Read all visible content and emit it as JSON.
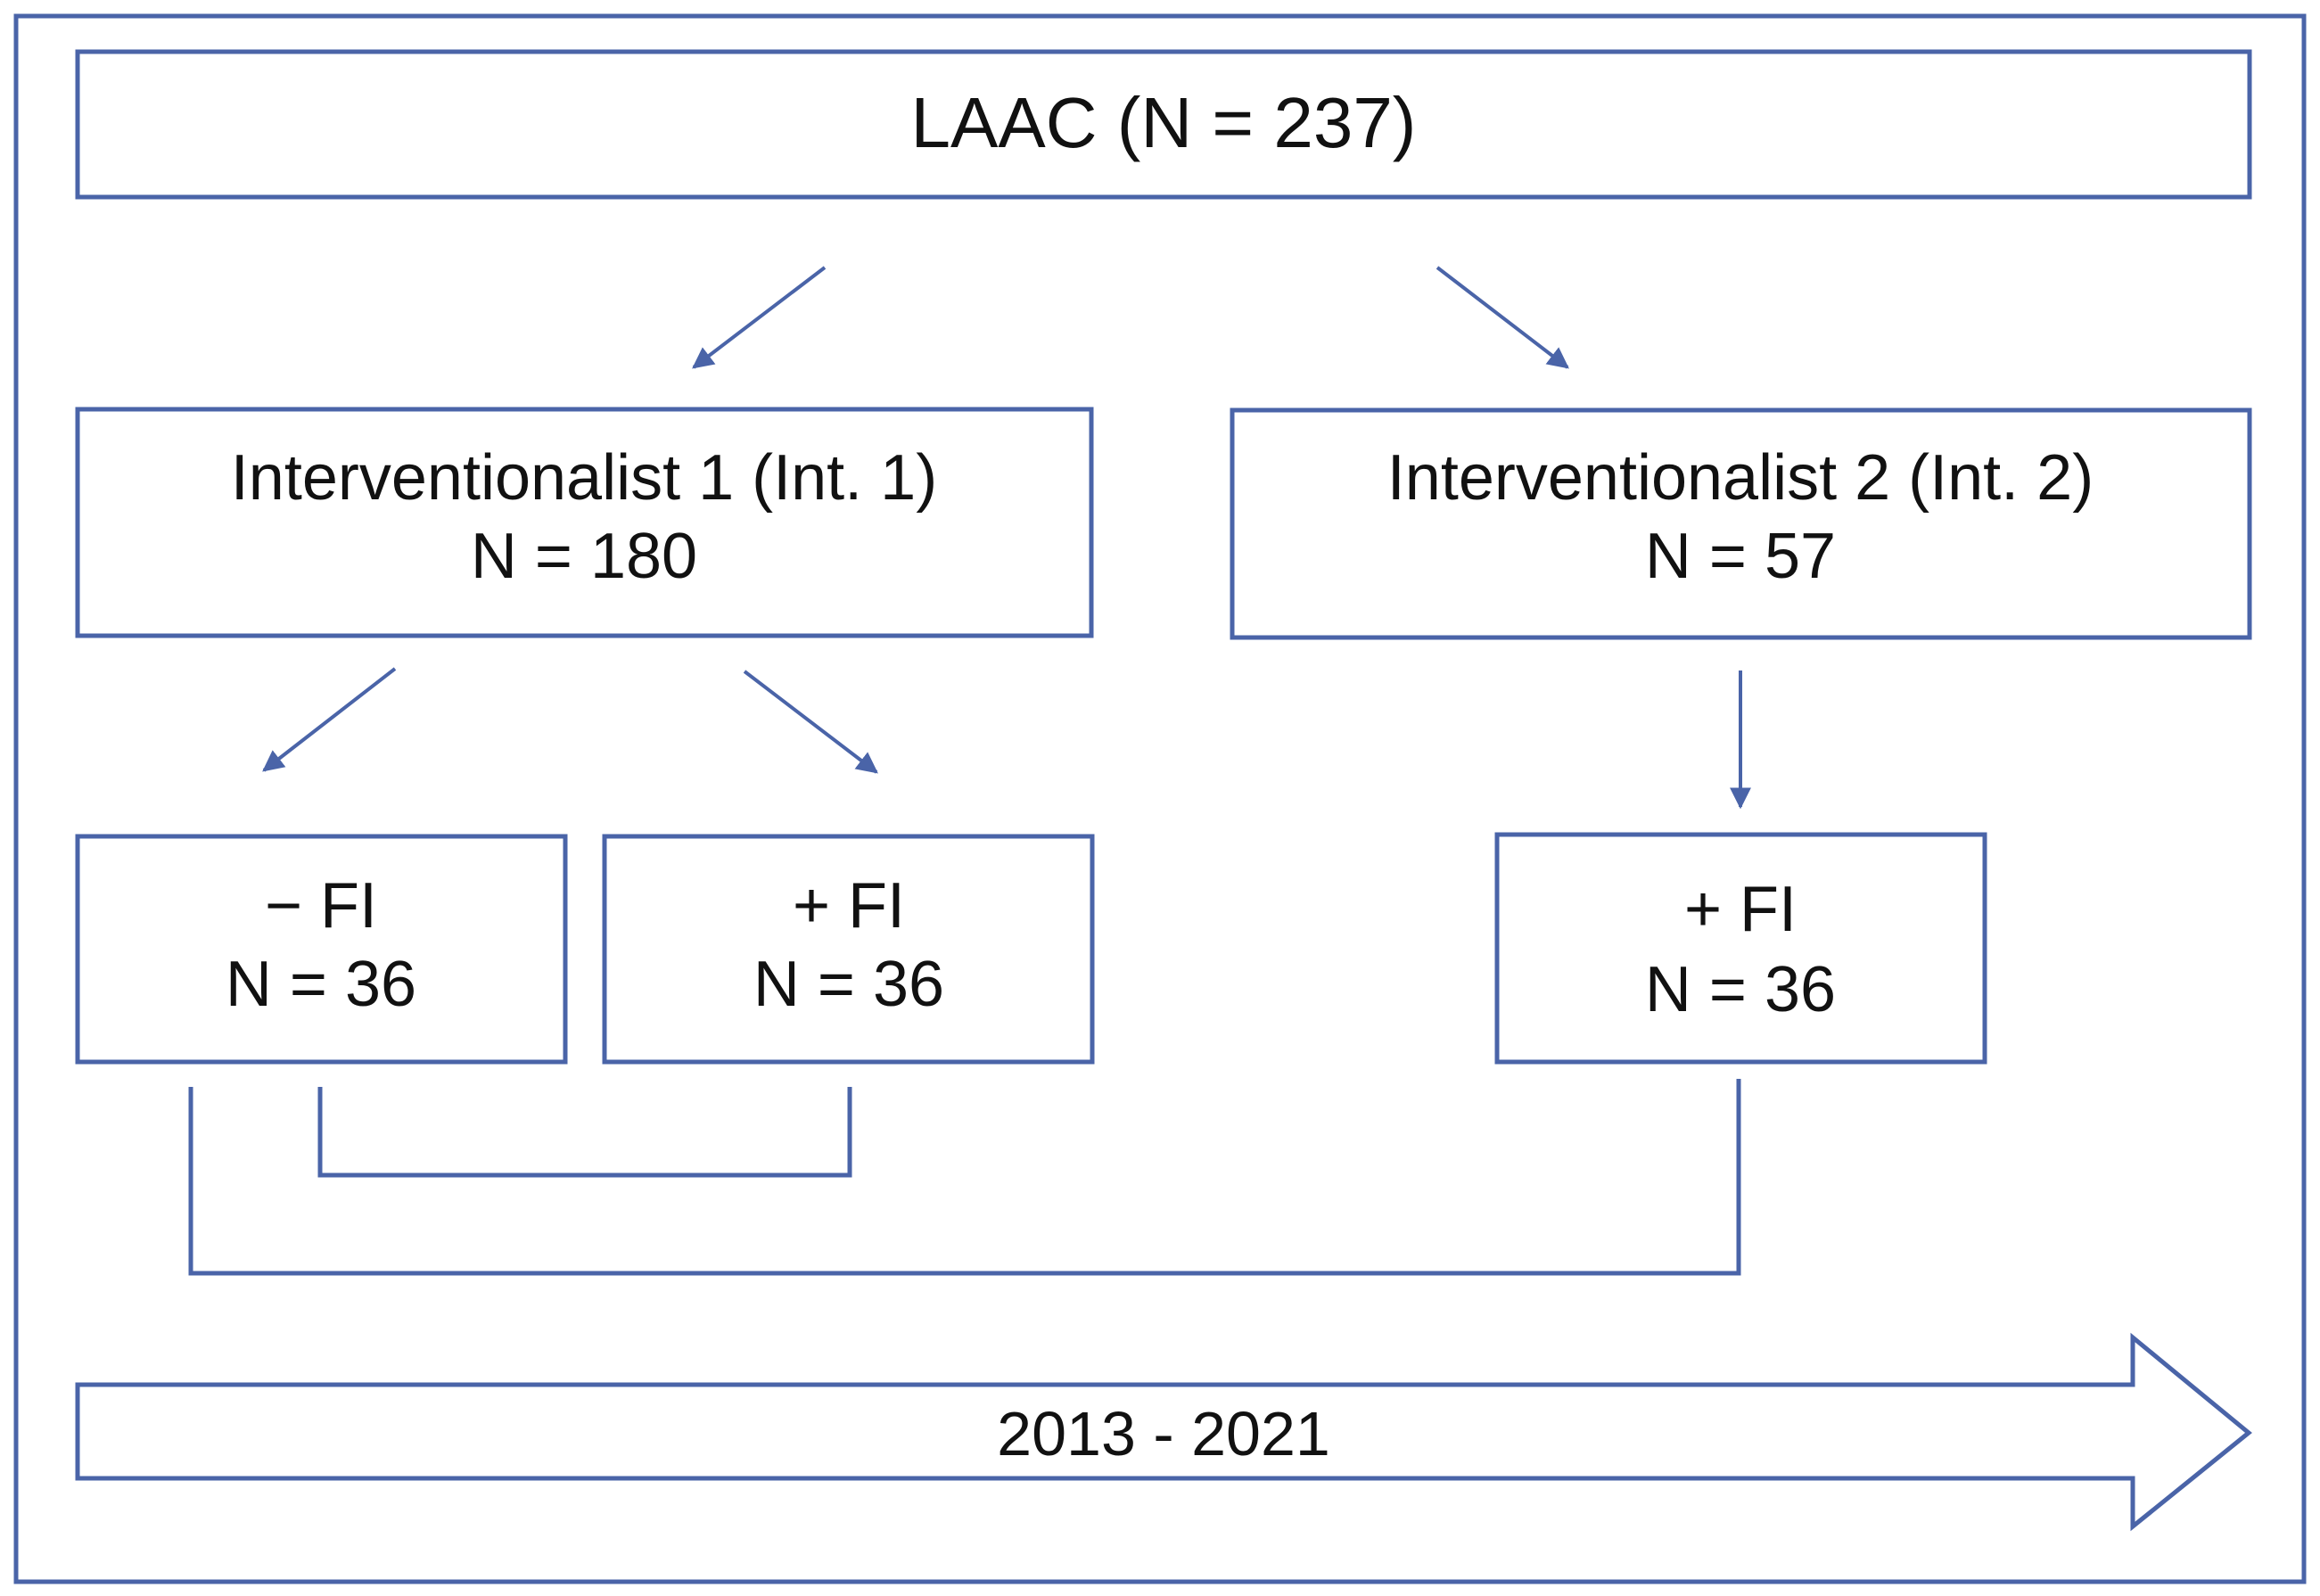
{
  "root": {
    "label": "LAAC (N = 237)"
  },
  "int1": {
    "title": "Interventionalist 1 (Int. 1)",
    "n": "N = 180"
  },
  "int2": {
    "title": "Interventionalist 2 (Int. 2)",
    "n": "N = 57"
  },
  "int1_minus_fi": {
    "title": "− FI",
    "n": "N = 36"
  },
  "int1_plus_fi": {
    "title": "+ FI",
    "n": "N = 36"
  },
  "int2_plus_fi": {
    "title": "+ FI",
    "n": "N = 36"
  },
  "timeline": {
    "label": "2013 - 2021"
  },
  "colors": {
    "stroke": "#4a64a8",
    "text": "#111111",
    "background": "#ffffff"
  }
}
